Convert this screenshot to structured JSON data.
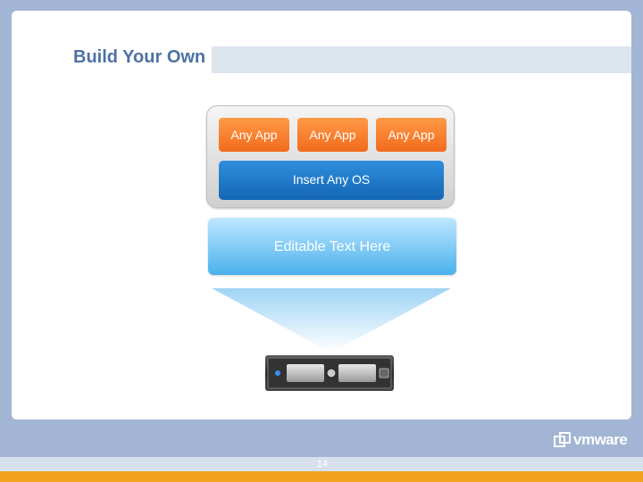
{
  "slide": {
    "title": "Build Your Own",
    "page_number": "14"
  },
  "diagram": {
    "apps": [
      {
        "label": "Any App"
      },
      {
        "label": "Any App"
      },
      {
        "label": "Any App"
      }
    ],
    "os_label": "Insert Any OS",
    "editable_label": "Editable Text Here"
  },
  "brand": {
    "logo_text": "vmware"
  },
  "colors": {
    "app_orange": "#f26b1d",
    "os_blue": "#1466b4",
    "light_blue": "#49b1ec",
    "title_blue": "#4d72a4",
    "footer_orange": "#f2a21e"
  }
}
